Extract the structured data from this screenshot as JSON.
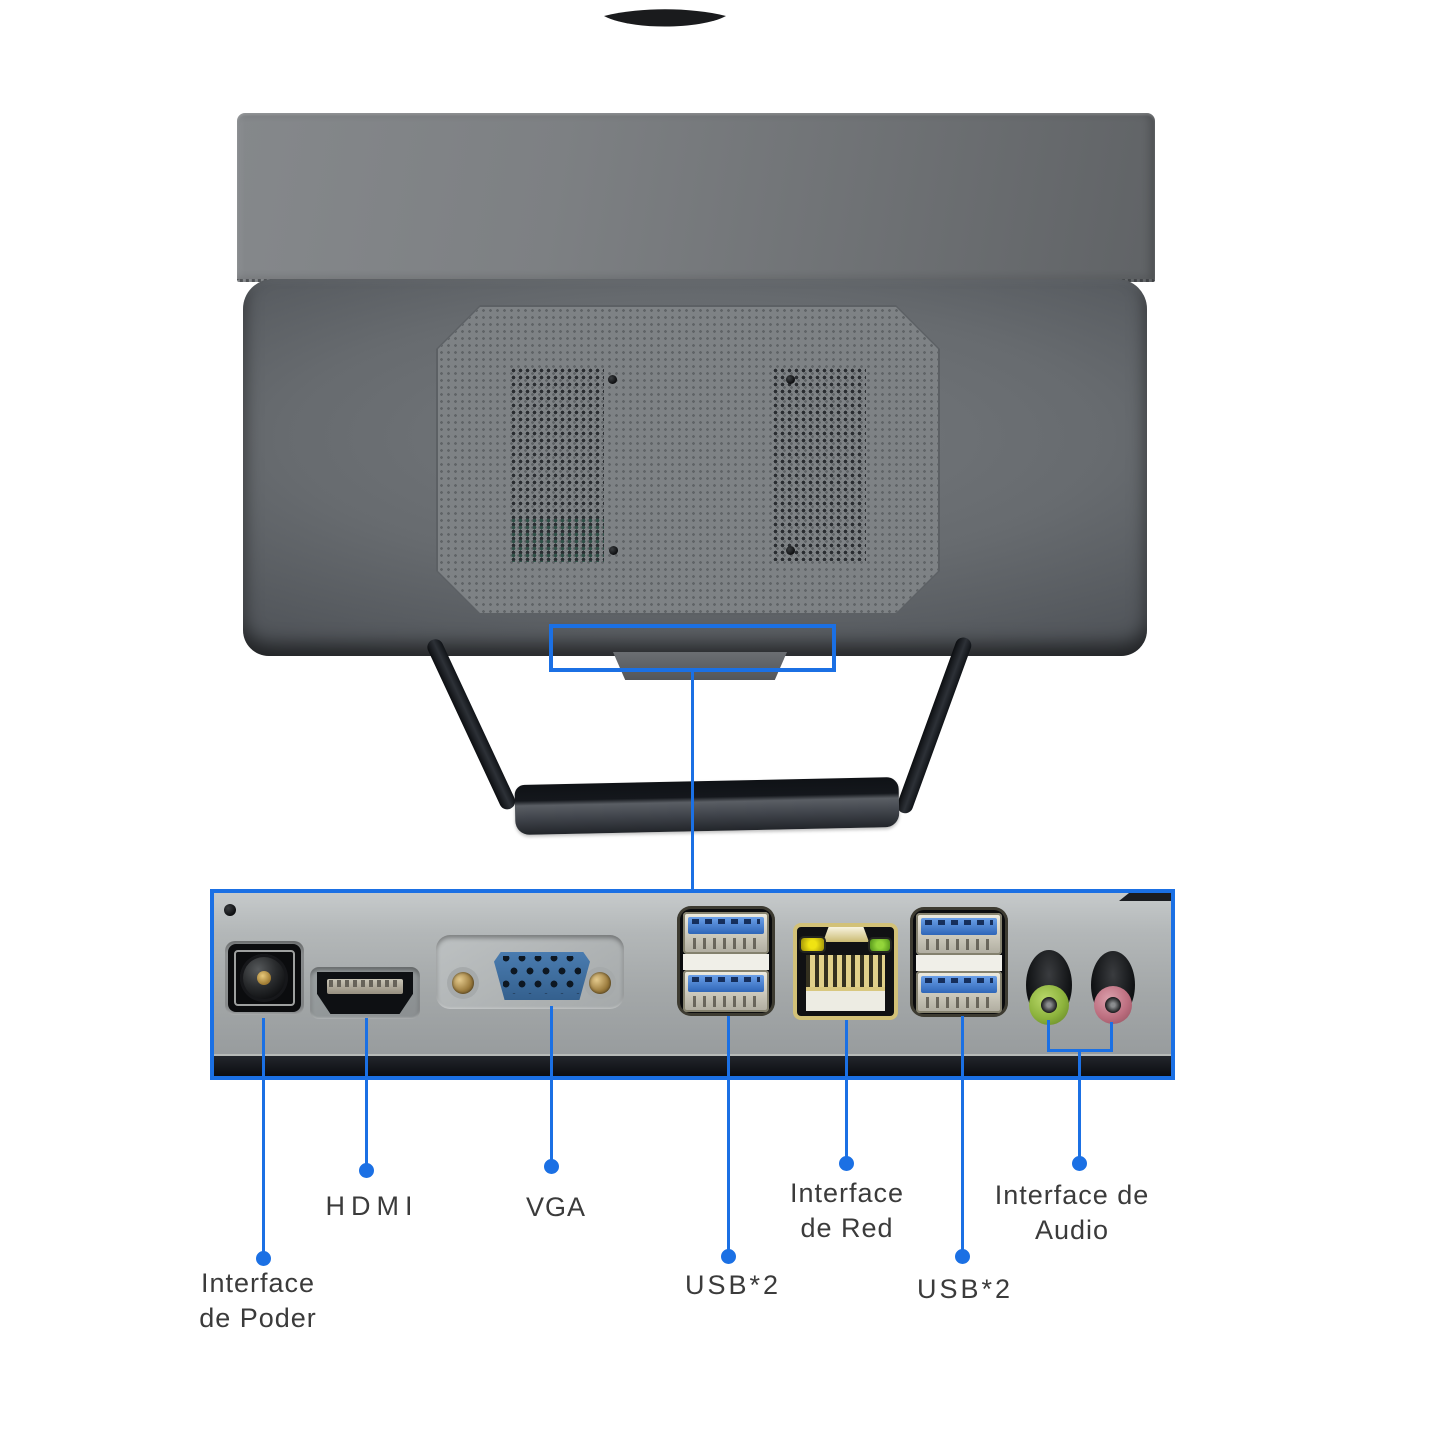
{
  "device": {
    "view": "all-in-one-pc-rear-view",
    "accent_color": "#1b70e4",
    "label_color": "#3b3b3b"
  },
  "labels": {
    "power": {
      "line1": "Interface",
      "line2": "de Poder"
    },
    "hdmi": {
      "text": "HDMI"
    },
    "vga": {
      "text": "VGA"
    },
    "usb_left": {
      "text": "USB*2"
    },
    "network": {
      "line1": "Interface",
      "line2": "de Red"
    },
    "usb_right": {
      "text": "USB*2"
    },
    "audio": {
      "line1": "Interface de",
      "line2": "Audio"
    }
  },
  "ports": {
    "power": "dc-power-jack",
    "hdmi": "hdmi-port",
    "vga": "vga-port",
    "usb_left": "usb3-port-x2",
    "ethernet": "rj45-network-port",
    "usb_right": "usb3-port-x2",
    "audio_out": "headphone-jack-green",
    "mic": "microphone-jack-pink"
  },
  "port_colors": {
    "vga_connector": "#3c6ea8",
    "usb_tongue": "#3f7fd6",
    "audio_out_ring": "#8db842",
    "mic_ring": "#c4788a",
    "ethernet_led_left": "#ddd40a",
    "ethernet_led_right": "#76c02d"
  }
}
